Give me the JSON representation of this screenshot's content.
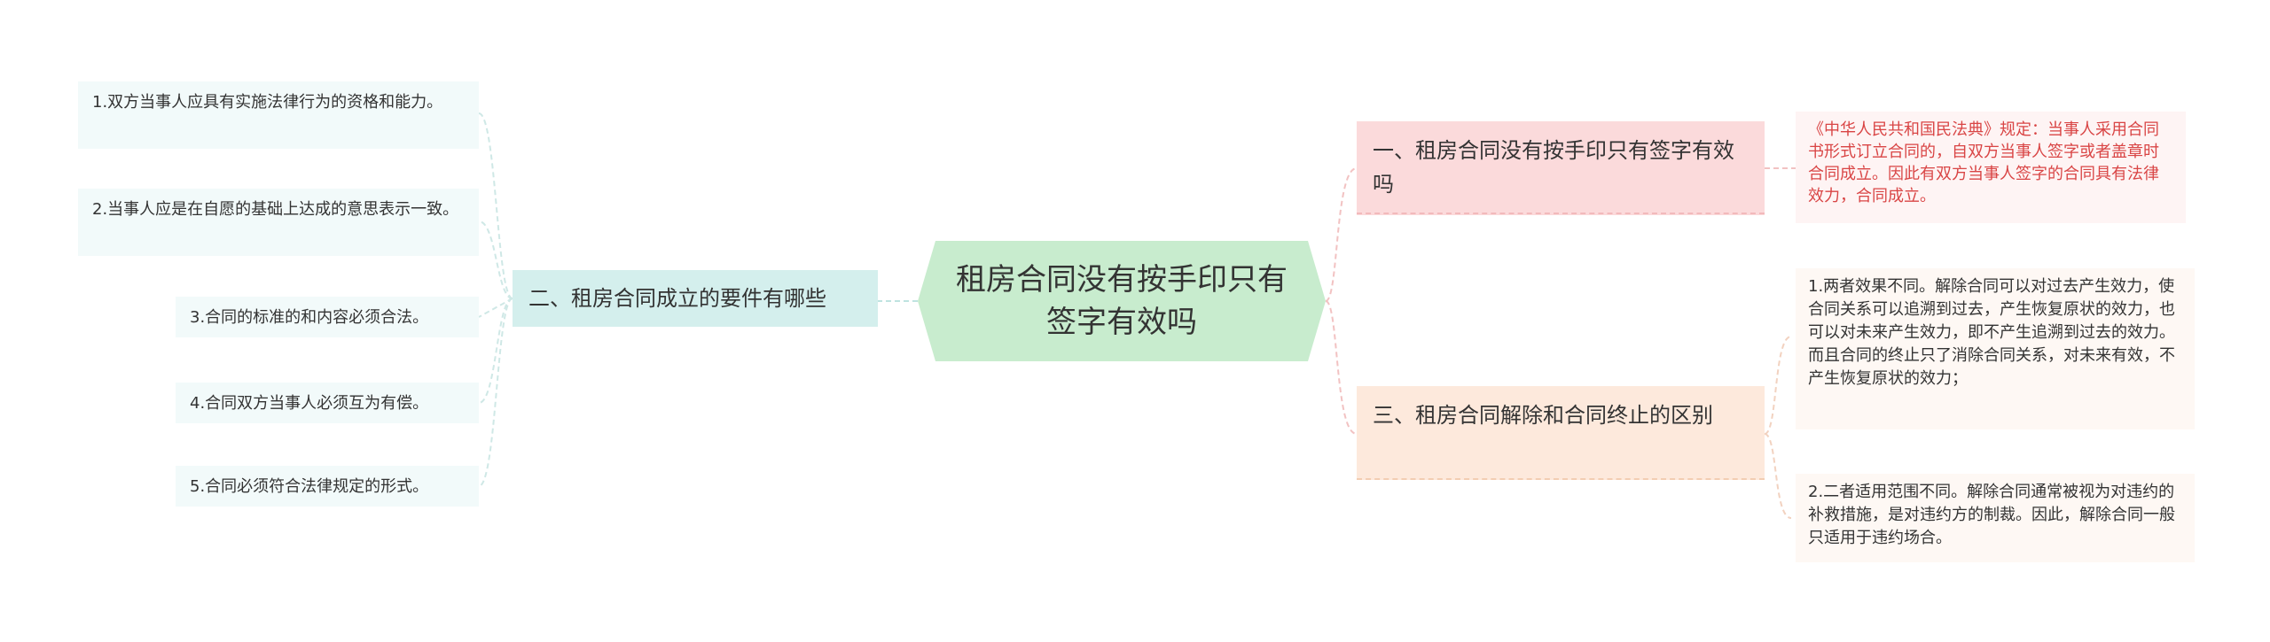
{
  "center": {
    "title": "租房合同没有按手印只有签字有效吗"
  },
  "branches": [
    {
      "label": "一、租房合同没有按手印只有签字有效吗",
      "children": [
        "《中华人民共和国民法典》规定：当事人采用合同书形式订立合同的，自双方当事人签字或者盖章时合同成立。因此有双方当事人签字的合同具有法律效力，合同成立。"
      ]
    },
    {
      "label": "二、租房合同成立的要件有哪些",
      "children": [
        "1.双方当事人应具有实施法律行为的资格和能力。",
        "2.当事人应是在自愿的基础上达成的意思表示一致。",
        "3.合同的标准的和内容必须合法。",
        "4.合同双方当事人必须互为有偿。",
        "5.合同必须符合法律规定的形式。"
      ]
    },
    {
      "label": "三、租房合同解除和合同终止的区别",
      "children": [
        "1.两者效果不同。解除合同可以对过去产生效力，使合同关系可以追溯到过去，产生恢复原状的效力，也可以对未来产生效力，即不产生追溯到过去的效力。而且合同的终止只了消除合同关系，对未来有效，不产生恢复原状的效力；",
        "2.二者适用范围不同。解除合同通常被视为对违约的补救措施，是对违约方的制裁。因此，解除合同一般只适用于违约场合。"
      ]
    }
  ],
  "colors": {
    "center_fill": "#c8ecce",
    "branch1_fill": "#fbdadb",
    "branch2_fill": "#d4efed",
    "branch3_fill": "#fde9dc",
    "branch1_leaf_text": "#d94545"
  }
}
